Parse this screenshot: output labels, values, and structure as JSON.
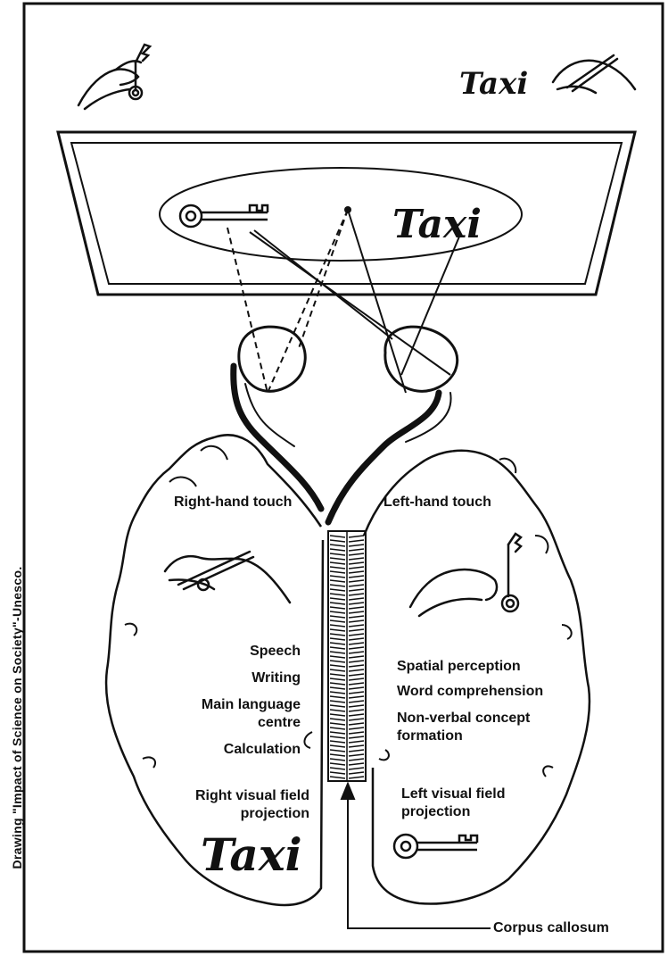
{
  "labels": {
    "right_hand_touch": "Right-hand touch",
    "left_hand_touch": "Left-hand touch",
    "speech": "Speech",
    "writing": "Writing",
    "main_language_line1": "Main language",
    "main_language_line2": "centre",
    "calculation": "Calculation",
    "right_visual_line1": "Right visual field",
    "right_visual_line2": "projection",
    "spatial": "Spatial perception",
    "word_comprehension": "Word comprehension",
    "nonverbal_line1": "Non-verbal concept",
    "nonverbal_line2": "formation",
    "left_visual_line1": "Left visual field",
    "left_visual_line2": "projection",
    "corpus_callosum": "Corpus callosum"
  },
  "script_words": {
    "top_right": "Taxi",
    "screen": "Taxi",
    "bottom_left": "Taxi"
  },
  "credit": "Drawing \"Impact of Science on Society\"-Unesco.",
  "icons": [
    "key-icon",
    "hand-icon",
    "pen-icon",
    "eye-icon",
    "brain-icon"
  ]
}
